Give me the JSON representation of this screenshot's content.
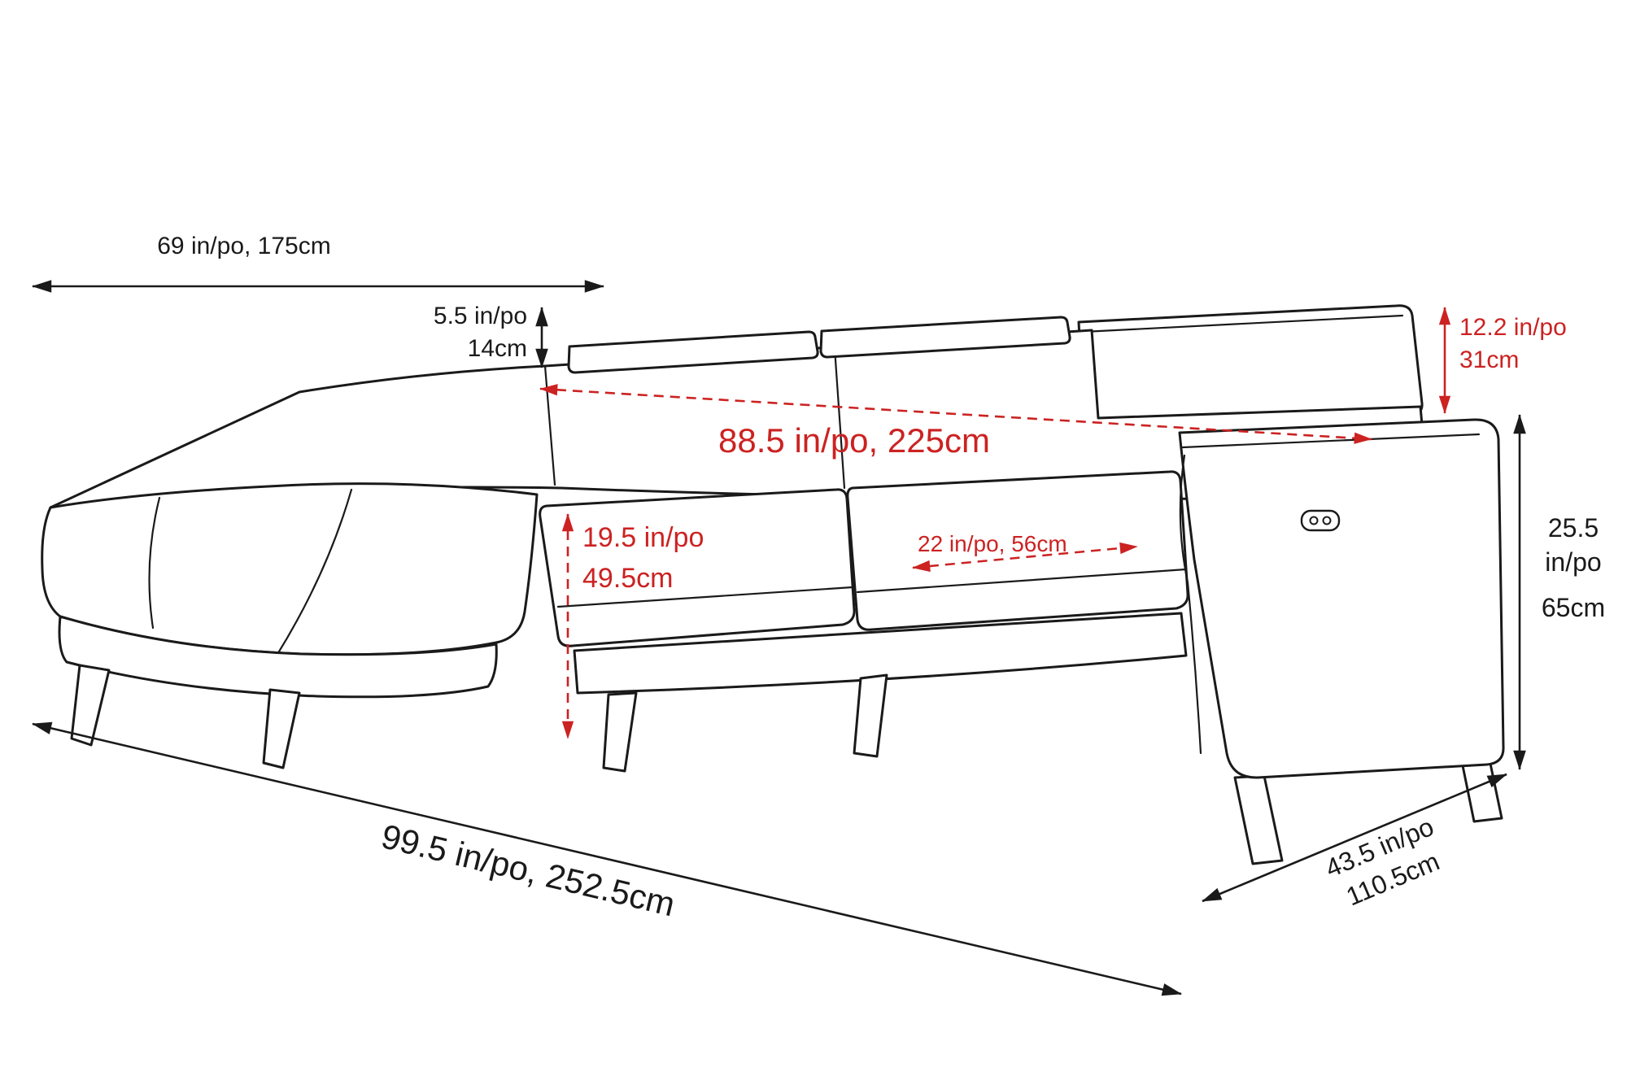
{
  "page": {
    "kind": "furniture dimension diagram",
    "subject": "sectional sofa with left chaise, adjustable headrests and power recline switch",
    "background": "#ffffff"
  },
  "colors": {
    "outline": "#1a1a1a",
    "dimension_black": "#1a1a1a",
    "dimension_red": "#cc2222"
  },
  "measurements": {
    "chaise_width": {
      "label": "69 in/po, 175cm"
    },
    "headrest_thickness": {
      "line1": "5.5 in/po",
      "line2": "14cm"
    },
    "headrest_raise": {
      "line1": "12.2 in/po",
      "line2": "31cm"
    },
    "back_width": {
      "label": "88.5 in/po, 225cm"
    },
    "seat_height": {
      "line1": "19.5 in/po",
      "line2": "49.5cm"
    },
    "seat_depth": {
      "label": "22 in/po, 56cm"
    },
    "arm_height": {
      "line1": "25.5",
      "line2": "in/po",
      "line3": "65cm"
    },
    "overall_width": {
      "label": "99.5 in/po, 252.5cm"
    },
    "overall_depth": {
      "line1": "43.5 in/po",
      "line2": "110.5cm"
    }
  }
}
